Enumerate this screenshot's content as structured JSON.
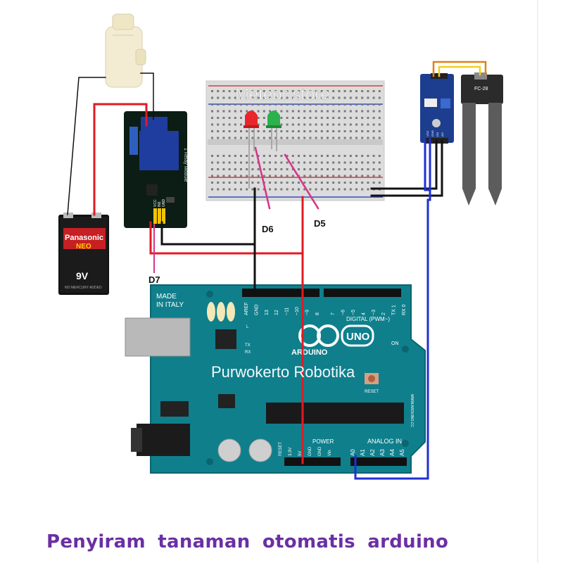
{
  "caption": "Penyiram  tanaman  otomatis  arduino",
  "watermarks": {
    "top": "Meteor store",
    "board": "Purwokerto Robotika"
  },
  "pins": {
    "d5": "D5",
    "d6": "D6",
    "d7": "D7"
  },
  "battery": {
    "brand": "Panasonic",
    "series": "NEO",
    "voltage": "9V",
    "fine_print": "NO MERCURY ADDED"
  },
  "relay": {
    "title": "1 Relay Module",
    "pin_labels": [
      "VCC",
      "IN1",
      "GND"
    ]
  },
  "sensor": {
    "probe_label": "FC-28",
    "pin_labels": [
      "VCC",
      "GND",
      "DO",
      "AO"
    ]
  },
  "arduino": {
    "made_in": "MADE",
    "made_in2": "IN ITALY",
    "brand": "ARDUINO",
    "model": "UNO",
    "digital_label": "DIGITAL (PWM~)",
    "analog_label": "ANALOG IN",
    "power_label": "POWER",
    "on_label": "ON",
    "tx": "TX",
    "rx": "RX",
    "l": "L",
    "reset": "RESET",
    "website": "WWW.ARDUINO.CC",
    "top_pins": [
      "AREF",
      "GND",
      "13",
      "12",
      "~11",
      "~10",
      "~9",
      "8",
      "7",
      "~6",
      "~5",
      "4",
      "~3",
      "2",
      "TX 1",
      "RX 0"
    ],
    "power_pins": [
      "RESET",
      "3.3V",
      "5V",
      "GND",
      "GND",
      "Vin"
    ],
    "analog_pins": [
      "A0",
      "A1",
      "A2",
      "A3",
      "A4",
      "A5"
    ]
  },
  "colors": {
    "caption": "#6b2fa3",
    "arduino_board": "#0f7f8c",
    "relay_board": "#0b1d14",
    "wire_red": "#e01b24",
    "wire_black": "#111111",
    "wire_blue": "#1f2fd6",
    "wire_magenta": "#d6338a",
    "wire_orange": "#e0801a",
    "wire_yellow": "#f0d020",
    "led_red": "#e8262b",
    "led_green": "#2bb24c"
  }
}
